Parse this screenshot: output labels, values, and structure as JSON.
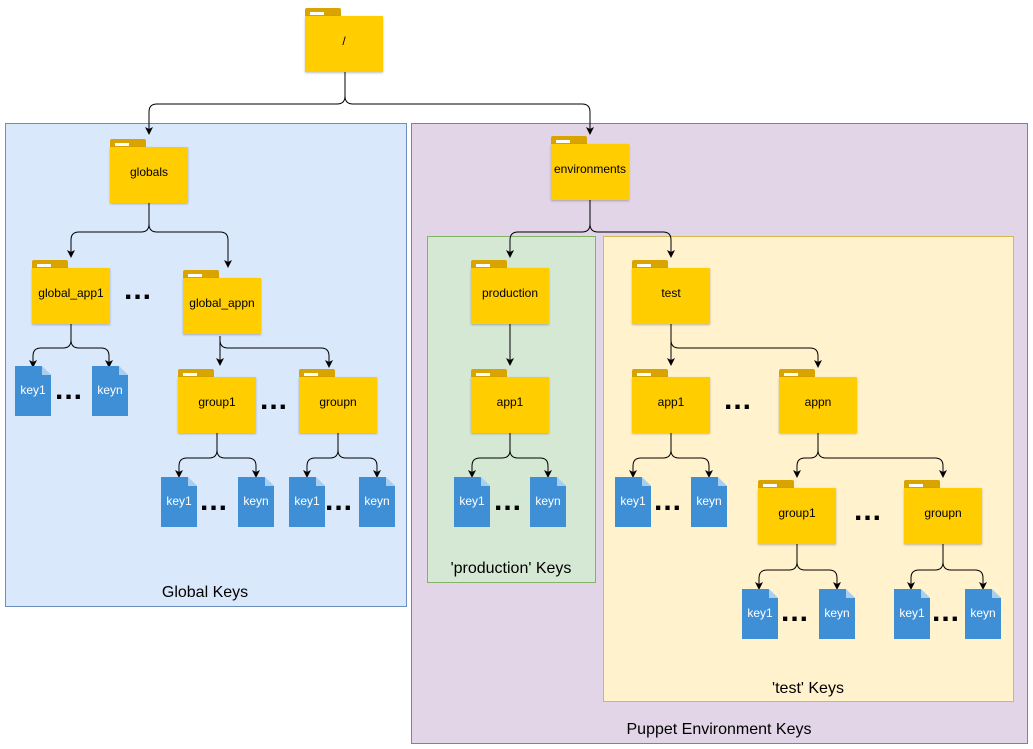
{
  "colors": {
    "global_region": "#dae8fc",
    "environment_region": "#e1d5e7",
    "production_region": "#d5e8d4",
    "test_region": "#fff2cc",
    "folder": "#ffcd00",
    "file": "#3e8fd6"
  },
  "regions": {
    "global": {
      "label": "Global Keys"
    },
    "environment": {
      "label": "Puppet Environment Keys"
    },
    "production": {
      "label": "'production' Keys"
    },
    "test": {
      "label": "'test' Keys"
    }
  },
  "folders": {
    "root": "/",
    "globals": "globals",
    "global_app1": "global_app1",
    "global_appn": "global_appn",
    "g_group1": "group1",
    "g_groupn": "groupn",
    "environments": "environments",
    "production": "production",
    "p_app1": "app1",
    "test": "test",
    "t_app1": "app1",
    "t_appn": "appn",
    "t_group1": "group1",
    "t_groupn": "groupn"
  },
  "files": {
    "ga1_key1": "key1",
    "ga1_keyn": "keyn",
    "gg1_key1": "key1",
    "gg1_keyn": "keyn",
    "ggn_key1": "key1",
    "ggn_keyn": "keyn",
    "p_key1": "key1",
    "p_keyn": "keyn",
    "ta1_key1": "key1",
    "ta1_keyn": "keyn",
    "tg1_key1": "key1",
    "tg1_keyn": "keyn",
    "tgn_key1": "key1",
    "tgn_keyn": "keyn"
  },
  "ellipsis": "..."
}
